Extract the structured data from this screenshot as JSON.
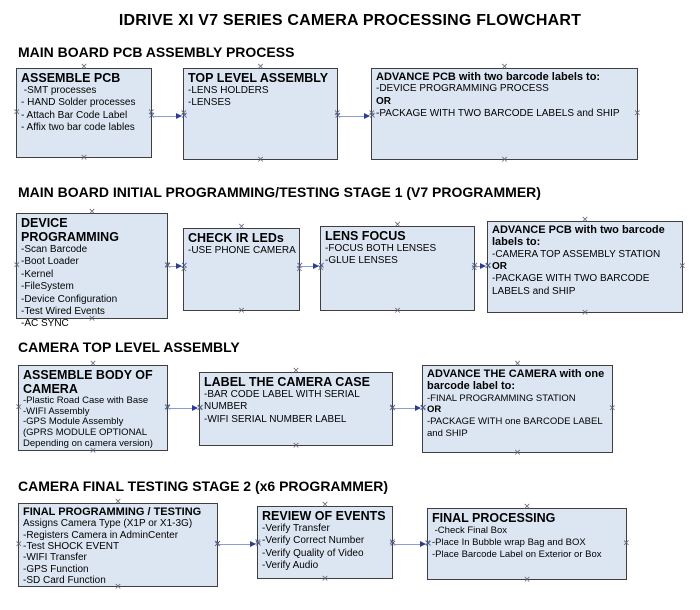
{
  "title": "IDRIVE XI V7 SERIES CAMERA PROCESSING FLOWCHART",
  "glyphs": {
    "handle": "×"
  },
  "colors": {
    "box_fill": "#dce6f2",
    "box_border": "#3f3f42",
    "connector_line": "#8e9ccd",
    "connector_arrowhead": "#2e3d93",
    "handle": "#63636f",
    "text": "#000000"
  },
  "sections": [
    {
      "header": "MAIN BOARD PCB ASSEMBLY PROCESS",
      "boxes": [
        {
          "title": "ASSEMBLE PCB",
          "lines": [
            " -SMT processes",
            "- HAND Solder processes",
            "- Attach Bar Code Label",
            "- Affix two bar code lables"
          ]
        },
        {
          "title": "TOP LEVEL ASSEMBLY",
          "lines": [
            "-LENS HOLDERS",
            "-LENSES"
          ]
        },
        {
          "title": "ADVANCE PCB with two barcode labels to:",
          "lines": [
            "-DEVICE PROGRAMMING PROCESS",
            "OR",
            "-PACKAGE WITH TWO BARCODE LABELS and SHIP"
          ]
        }
      ]
    },
    {
      "header": "MAIN BOARD INITIAL PROGRAMMING/TESTING STAGE 1 (V7 PROGRAMMER)",
      "boxes": [
        {
          "title": "DEVICE PROGRAMMING",
          "lines": [
            "-Scan Barcode",
            "-Boot Loader",
            "-Kernel",
            "-FileSystem",
            "-Device Configuration",
            "-Test Wired Events",
            "-AC SYNC"
          ]
        },
        {
          "title": "CHECK IR LEDs",
          "lines": [
            "-USE PHONE CAMERA"
          ]
        },
        {
          "title": "LENS FOCUS",
          "lines": [
            "-FOCUS BOTH LENSES",
            "-GLUE LENSES"
          ]
        },
        {
          "title": "ADVANCE PCB with two barcode labels to:",
          "lines": [
            "-CAMERA TOP ASSEMBLY STATION",
            "OR",
            "-PACKAGE WITH TWO BARCODE LABELS and SHIP"
          ]
        }
      ]
    },
    {
      "header": "CAMERA TOP LEVEL ASSEMBLY",
      "boxes": [
        {
          "title": "ASSEMBLE BODY OF CAMERA",
          "lines": [
            "-Plastic Road Case with Base",
            "-WIFI Assembly",
            "-GPS Module Assembly",
            "(GPRS MODULE OPTIONAL",
            "Depending on camera version)"
          ]
        },
        {
          "title": "LABEL THE CAMERA CASE",
          "lines": [
            "-BAR CODE LABEL WITH SERIAL NUMBER",
            "-WIFI SERIAL NUMBER LABEL"
          ]
        },
        {
          "title": "ADVANCE THE CAMERA with one barcode label to:",
          "lines": [
            "-FINAL PROGRAMMING STATION",
            "OR",
            "-PACKAGE WITH one BARCODE LABEL and SHIP"
          ]
        }
      ]
    },
    {
      "header": "CAMERA FINAL TESTING STAGE 2 (x6 PROGRAMMER)",
      "boxes": [
        {
          "title": "FINAL PROGRAMMING / TESTING",
          "lines": [
            "Assigns Camera Type (X1P or X1-3G)",
            "-Registers Camera in AdminCenter",
            "-Test SHOCK EVENT",
            "-WIFI Transfer",
            "-GPS Function",
            "-SD Card Function"
          ]
        },
        {
          "title": "REVIEW OF EVENTS",
          "lines": [
            "-Verify Transfer",
            "-Verify Correct Number",
            "-Verify Quality of Video",
            "-Verify Audio"
          ]
        },
        {
          "title": "FINAL PROCESSING",
          "lines": [
            " -Check Final Box",
            "-Place In Bubble wrap Bag and BOX",
            "-Place Barcode Label on Exterior or Box"
          ]
        }
      ]
    }
  ]
}
